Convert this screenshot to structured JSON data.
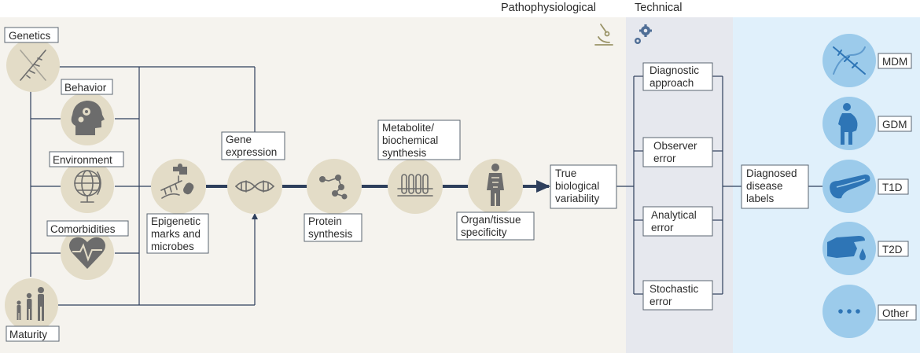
{
  "headers": {
    "pathophysiological": "Pathophysiological",
    "technical": "Technical"
  },
  "factors": {
    "genetics": "Genetics",
    "behavior": "Behavior",
    "environment": "Environment",
    "comorbidities": "Comorbidities",
    "maturity": "Maturity"
  },
  "pathway": {
    "epigenetic": [
      "Epigenetic",
      "marks and",
      "microbes"
    ],
    "gene_expression": [
      "Gene",
      "expression"
    ],
    "protein_synthesis": [
      "Protein",
      "synthesis"
    ],
    "metabolite": [
      "Metabolite/",
      "biochemical",
      "synthesis"
    ],
    "organ": [
      "Organ/tissue",
      "specificity"
    ],
    "variability": [
      "True",
      "biological",
      "variability"
    ]
  },
  "technical": {
    "diagnostic": [
      "Diagnostic",
      "approach"
    ],
    "observer": [
      "Observer",
      "error"
    ],
    "analytical": [
      "Analytical",
      "error"
    ],
    "stochastic": [
      "Stochastic",
      "error"
    ]
  },
  "diagnosed": [
    "Diagnosed",
    "disease",
    "labels"
  ],
  "outcomes": {
    "mdm": "MDM",
    "gdm": "GDM",
    "t1d": "T1D",
    "t2d": "T2D",
    "other": "Other"
  },
  "colors": {
    "panel_beige": "#f5f3ee",
    "panel_gray": "#e6e8ee",
    "panel_blue": "#e0f0fb",
    "circle_beige": "#e3dcc7",
    "circle_blue": "#9ccbeb",
    "line_navy": "#2e3f5c",
    "icon_blue": "#2e75b6"
  },
  "icons": {
    "genetics": "dna-icon",
    "behavior": "head-gears-icon",
    "environment": "globe-icon",
    "comorbidities": "heart-pulse-icon",
    "maturity": "family-icon",
    "epigenetic": "dna-puzzle-icon",
    "gene_expression": "dna-icon",
    "protein_synthesis": "molecule-icon",
    "metabolite": "test-tubes-icon",
    "organ": "body-organs-icon",
    "pathophysiological": "microscope-icon",
    "technical": "gears-icon",
    "mdm": "dna-icon",
    "gdm": "pregnant-woman-icon",
    "t1d": "pancreas-icon",
    "t2d": "hand-drop-icon",
    "other": "ellipsis-icon"
  }
}
